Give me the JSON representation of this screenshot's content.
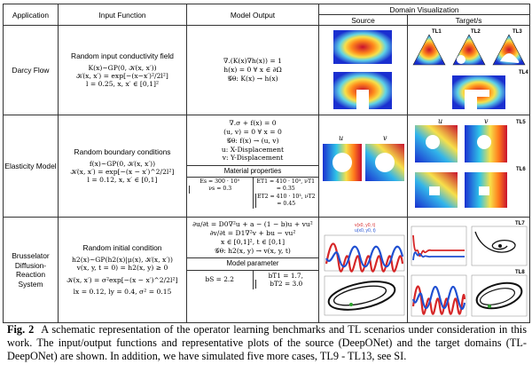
{
  "headers": {
    "application": "Application",
    "input_function": "Input Function",
    "model_output": "Model Output",
    "domain_visualization": "Domain Visualization",
    "source": "Source",
    "target": "Target/s"
  },
  "rows": [
    {
      "application": "Darcy Flow",
      "input_title": "Random input conductivity field",
      "input_lines": [
        "K(x)~GP(0, 𝒦(x, x′))",
        "𝒦(x, x′) = exp[−(x−x′)²/2l²]",
        "l = 0.25, x, x′ ∈ [0,1]²"
      ],
      "output_lines": [
        "∇.(K(x)∇h(x)) = 1",
        "h(x) = 0  ∀  x ∈ ∂Ω",
        "𝒢θ: K(x) → h(x)"
      ],
      "target_tags": [
        "TL1",
        "TL2",
        "TL3",
        "TL4"
      ]
    },
    {
      "application": "Elasticity Model",
      "input_title": "Random boundary conditions",
      "input_lines": [
        "f(x)~GP(0, 𝒦(x, x′))",
        "𝒦(x, x′) = exp[−(x − x′)^2/2l²]",
        "l = 0.12, x, x′ ∈ [0,1]"
      ],
      "output_lines": [
        "∇.σ + f(x) = 0",
        "(u, v) = 0 ∀ x = 0",
        "𝒢θ: f(x) → (u, v)",
        "u: X-Displacement",
        "v: Y-Displacement"
      ],
      "params_title": "Material properties",
      "params_left": [
        "Es = 300 · 10⁵",
        "νs = 0.3"
      ],
      "params_right": [
        "ET1 = 410 · 10³, νT1 = 0.35",
        "ET2 = 410 · 10³, νT2 = 0.45"
      ],
      "source_labels": [
        "u",
        "v"
      ],
      "target_labels": [
        "u",
        "v"
      ],
      "target_tags": [
        "TL5",
        "TL6"
      ]
    },
    {
      "application": "Brusselator Diffusion-Reaction System",
      "input_title": "Random initial condition",
      "input_lines": [
        "h2(x)~GP(h2(x)|μ(x), 𝒦(x, x′))",
        "v(x, y, t = 0) = h2(x, y) ≥ 0",
        "𝒦(x, x′) = σ²exp[−(x − x′)^2/2l²]",
        "lx = 0.12, ly = 0.4, σ² = 0.15"
      ],
      "output_lines": [
        "∂u/∂t = D0∇²u + a − (1 − b)u + vu²",
        "∂v/∂t = D1∇²v + bu − vu²",
        "x ∈ [0,1]², t ∈ [0,1]",
        "𝒢θ: h2(x, y) → v(x, y, t)"
      ],
      "params_title": "Model parameter",
      "params_left": [
        "bS = 2.2"
      ],
      "params_right": [
        "bT1 = 1.7,",
        "bT2 = 3.0"
      ],
      "legend": [
        "v(x0, y0, t)",
        "u(x0, y0, t)"
      ],
      "target_tags": [
        "TL7",
        "TL8"
      ]
    }
  ],
  "caption": {
    "label": "Fig. 2",
    "text": "A schematic representation of the operator learning benchmarks and TL scenarios under consideration in this work. The input/output functions and representative plots of the source (DeepONet) and the target domains (TL-DeepONet) are shown. In addition, we have simulated five more cases, TL9 - TL13, see SI."
  },
  "colors": {
    "hot": "#d7191c",
    "mid": "#f4e04d",
    "cool": "#1f3fd1",
    "red_series": "#d62728",
    "blue_series": "#1f4fd1"
  }
}
